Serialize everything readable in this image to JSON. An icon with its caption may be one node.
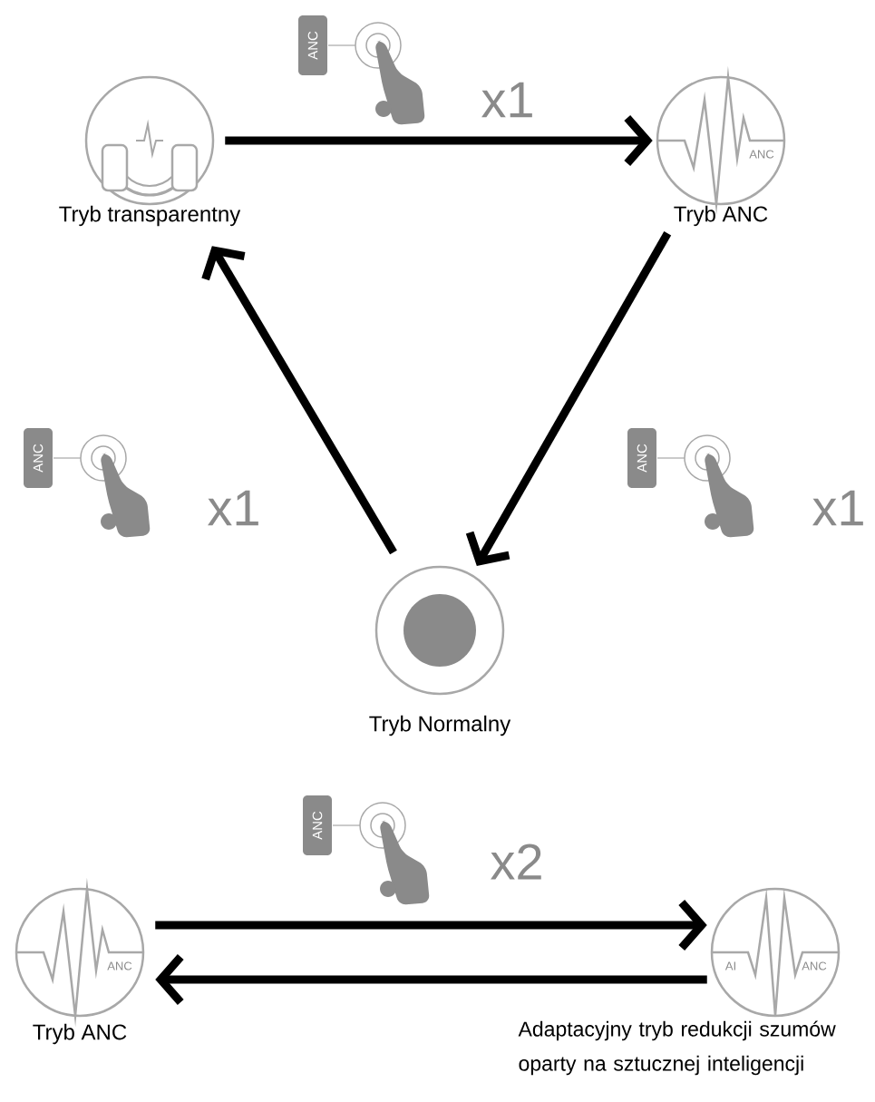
{
  "diagram": {
    "nodes": [
      {
        "text": [
          "Tryb transparentny"
        ]
      },
      {
        "text": [
          "ANC",
          "Tryb ANC"
        ]
      },
      {
        "text": [
          "Tryb Normalny"
        ]
      },
      {
        "text": [
          "ANC",
          "Tryb ANC"
        ]
      },
      {
        "text": [
          "AI",
          "ANC",
          "Adaptacyjny tryb redukcji szumów oparty na sztucznej inteligencji"
        ]
      }
    ],
    "edges": [
      {
        "from": 0,
        "to": 1,
        "arrow": "to",
        "label": "x1"
      },
      {
        "from": 2,
        "to": 0,
        "arrow": "to",
        "label": "x1"
      },
      {
        "from": 1,
        "to": 2,
        "arrow": "to",
        "label": "x1"
      },
      {
        "from": 3,
        "to": 4,
        "arrow": "to",
        "label": "x2"
      },
      {
        "from": 4,
        "to": 3,
        "arrow": "to"
      }
    ],
    "labels": [
      "ANC",
      "ANC",
      "ANC",
      "ANC"
    ]
  }
}
